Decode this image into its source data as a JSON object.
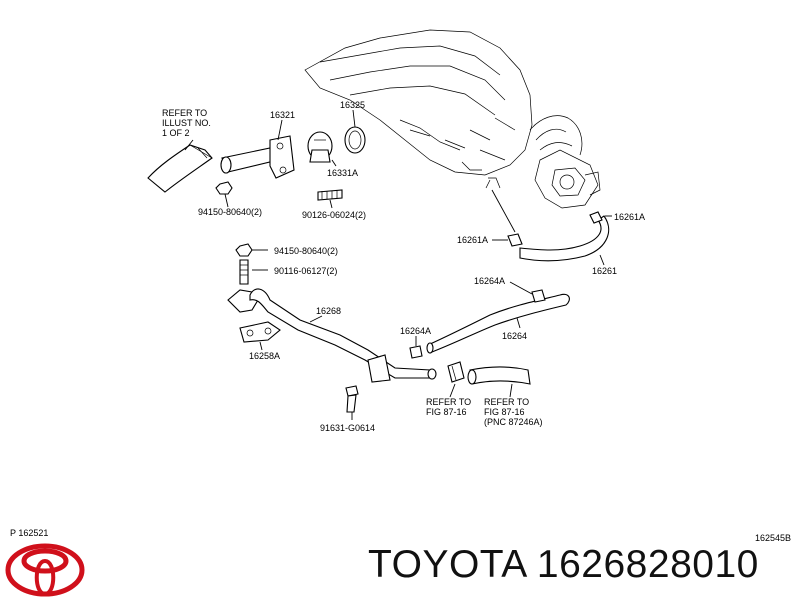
{
  "labels": {
    "refer_illust_1": "REFER TO",
    "refer_illust_2": "ILLUST NO.",
    "refer_illust_3": "1 OF 2",
    "p16321": "16321",
    "p16325": "16325",
    "p16331A": "16331A",
    "p94150a": "94150-80640(2)",
    "p90126": "90126-06024(2)",
    "p16261A_r": "16261A",
    "p16261A_l": "16261A",
    "p16261": "16261",
    "p94150b": "94150-80640(2)",
    "p90116": "90116-06127(2)",
    "p16264A_t": "16264A",
    "p16268": "16268",
    "p16264A_b": "16264A",
    "p16264": "16264",
    "p16258A": "16258A",
    "ref_fig_1a": "REFER TO",
    "ref_fig_1b": "FIG 87-16",
    "ref_fig_2a": "REFER TO",
    "ref_fig_2b": "FIG 87-16",
    "ref_fig_2c": "(PNC 87246A)",
    "p91631": "91631-G0614"
  },
  "footer": {
    "left_code": "P 162521",
    "right_code": "162545B",
    "brand_text": "TOYOTA 1626828010"
  },
  "colors": {
    "logo": "#d0101b",
    "ink": "#000000"
  }
}
